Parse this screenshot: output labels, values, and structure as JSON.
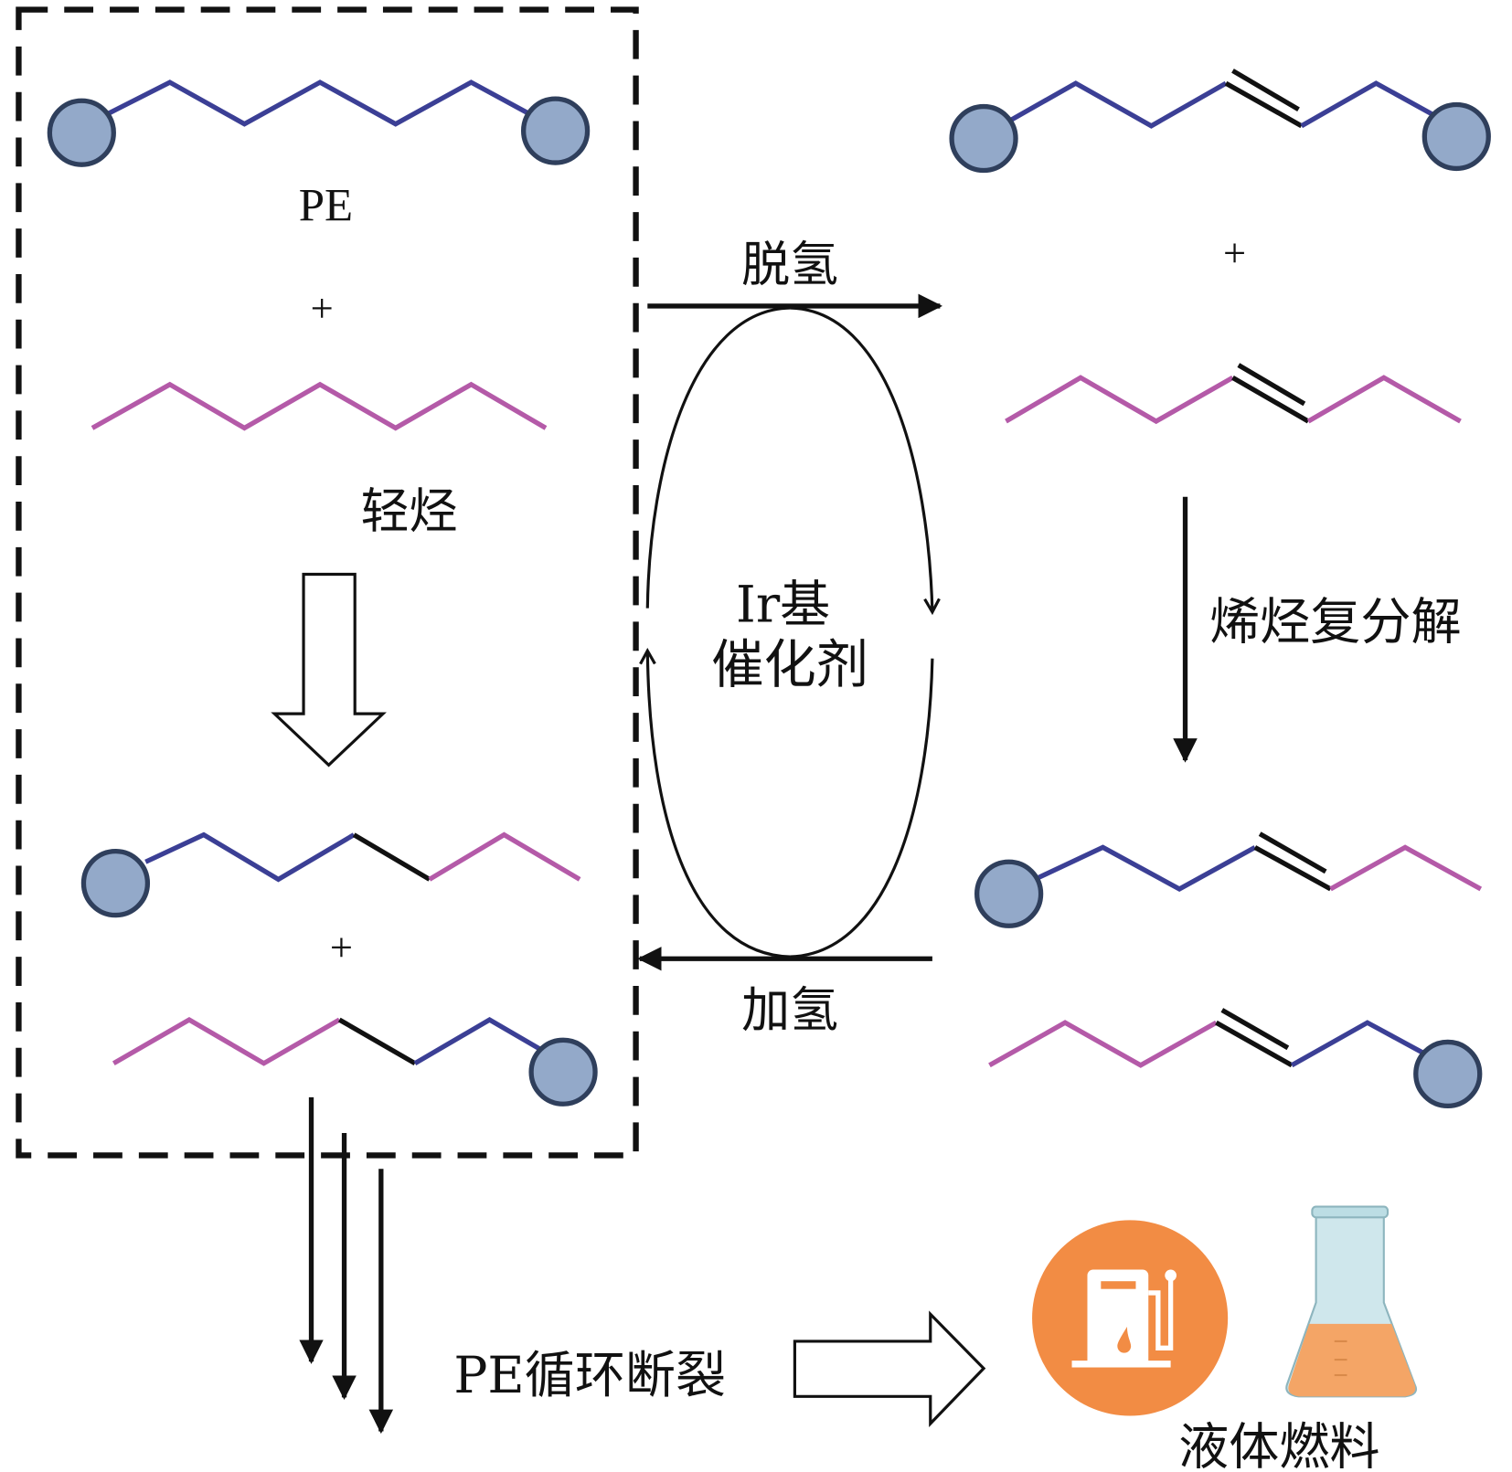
{
  "diagram": {
    "title": "Ir-catalyzed tandem dehydrogenation / olefin metathesis / hydrogenation of PE",
    "labels": {
      "pe": "PE",
      "plus": "+",
      "light_alkane": "轻烃",
      "dehydrogenation": "脱氢",
      "hydrogenation": "加氢",
      "catalyst_line1": "Ir基",
      "catalyst_line2": "催化剂",
      "metathesis": "烯烃复分解",
      "pe_cycle_cleavage": "PE循环断裂",
      "liquid_fuel": "液体燃料"
    },
    "colors": {
      "pe_chain": "#3b3f95",
      "light_alkane_chain": "#b45aa8",
      "bond_highlight": "#111111",
      "end_bead_fill": "#93a9c9",
      "end_bead_stroke": "#2f3f5c",
      "fuel_icon": "#f28c44",
      "flask_glass": "#cfe7ec",
      "flask_liquid": "#f4a566"
    },
    "icons": [
      "fuel-pump-icon",
      "erlenmeyer-flask-icon"
    ]
  }
}
